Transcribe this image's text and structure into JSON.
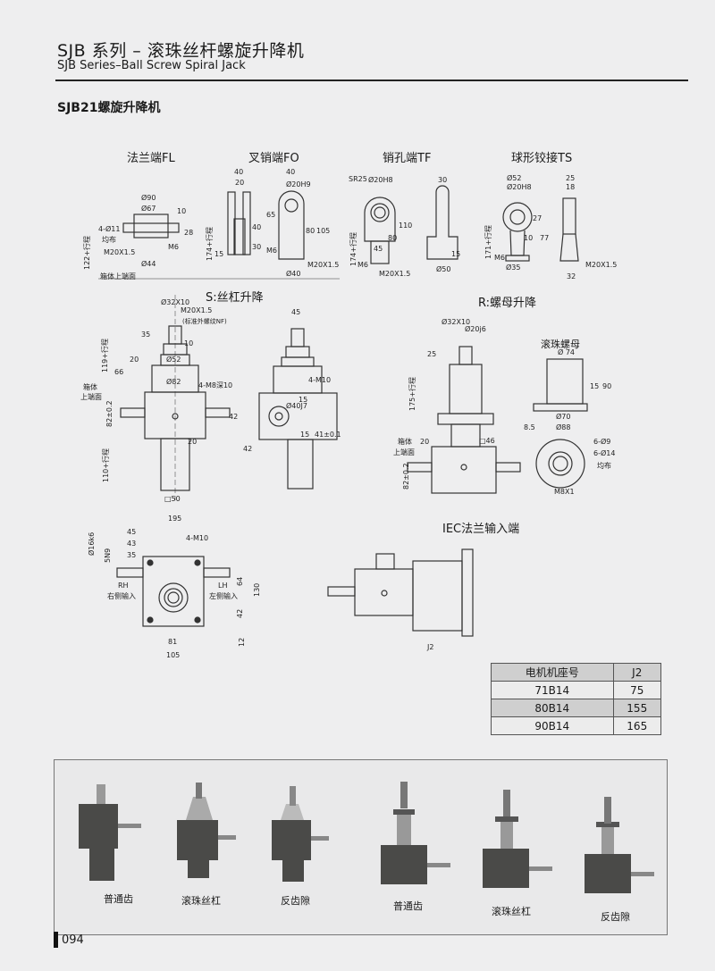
{
  "header": {
    "title_cn": "SJB 系列 – 滚珠丝杆螺旋升降机",
    "title_en": "SJB Series–Ball Screw Spiral Jack"
  },
  "section_title": "SJB21螺旋升降机",
  "end_types": {
    "fl": {
      "caption": "法兰端FL",
      "dims": [
        "Ø90",
        "Ø67",
        "4-Ø11",
        "均布",
        "M20X1.5",
        "Ø44",
        "M6",
        "10",
        "28",
        "122+行程",
        "箱体上端面"
      ]
    },
    "fo": {
      "caption": "叉销端FO",
      "dims": [
        "40",
        "20",
        "40",
        "Ø20H9",
        "65",
        "40",
        "30",
        "15",
        "174+行程",
        "M6",
        "80",
        "105",
        "M20X1.5",
        "Ø40"
      ]
    },
    "tf": {
      "caption": "销孔端TF",
      "dims": [
        "SR25",
        "Ø20H8",
        "110",
        "80",
        "45",
        "174+行程",
        "M6",
        "M20X1.5",
        "30",
        "Ø50",
        "15"
      ]
    },
    "ts": {
      "caption": "球形铰接TS",
      "dims": [
        "Ø52",
        "Ø20H8",
        "25",
        "18",
        "27",
        "10",
        "77",
        "171+行程",
        "M6",
        "Ø35",
        "M20X1.5",
        "32"
      ]
    }
  },
  "screw_lift": {
    "caption": "S:丝杠升降",
    "dims": [
      "Ø32X10",
      "M20X1.5",
      "(标准外螺纹NF)",
      "35",
      "10",
      "119+行程",
      "20",
      "Ø52",
      "66",
      "Ø82",
      "箱体",
      "上端面",
      "82±0.2",
      "20",
      "110+行程",
      "□50",
      "45",
      "4-M8深10",
      "4-M10",
      "15",
      "Ø40J7",
      "42",
      "42",
      "15",
      "41±0.1"
    ]
  },
  "nut_lift": {
    "caption": "R:螺母升降",
    "dims": [
      "Ø32X10",
      "Ø20j6",
      "25",
      "175+行程",
      "20",
      "□46",
      "箱体",
      "上端面",
      "82±0.2"
    ]
  },
  "ball_nut": {
    "caption": "滚珠螺母",
    "dims": [
      "Ø 74",
      "15",
      "90",
      "Ø70",
      "8.5",
      "Ø88",
      "6-Ø9",
      "6-Ø14",
      "均布",
      "M8X1"
    ]
  },
  "top_view": {
    "dims": [
      "195",
      "45",
      "43",
      "35",
      "Ø16k6",
      "5N9",
      "4-M10",
      "RH",
      "右侧输入",
      "LH",
      "左侧输入",
      "64",
      "130",
      "42",
      "12",
      "81",
      "105"
    ]
  },
  "iec": {
    "caption": "IEC法兰输入端",
    "dims": [
      "J2"
    ]
  },
  "motor_table": {
    "headers": [
      "电机机座号",
      "J2"
    ],
    "rows": [
      [
        "71B14",
        "75"
      ],
      [
        "80B14",
        "155"
      ],
      [
        "90B14",
        "165"
      ]
    ]
  },
  "products": [
    {
      "label": "普通齿"
    },
    {
      "label": "滚珠丝杠"
    },
    {
      "label": "反齿隙"
    },
    {
      "label": "普通齿"
    },
    {
      "label": "滚珠丝杠"
    },
    {
      "label": "反齿隙"
    }
  ],
  "page_number": "094"
}
